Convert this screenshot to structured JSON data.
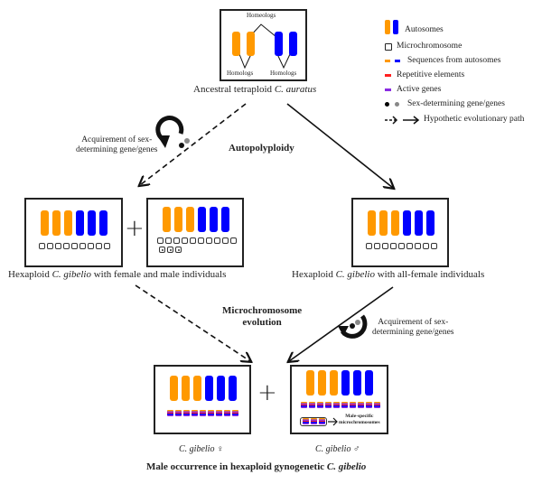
{
  "top": {
    "homeologs_label": "Homeologs",
    "homologs_left_label": "Homologs",
    "homologs_right_label": "Homologs",
    "caption_prefix": "Ancestral tetraploid ",
    "caption_species": "C. auratus"
  },
  "legend": {
    "items": [
      {
        "icon": "autosome-pair-icon",
        "label": "Autosomes"
      },
      {
        "icon": "microchromosome-icon",
        "label": "Microchromosome"
      },
      {
        "icon": "autosome-sequences-icon",
        "label": "Sequences from autosomes"
      },
      {
        "icon": "repetitive-elements-icon",
        "label": "Repetitive elements"
      },
      {
        "icon": "active-genes-icon",
        "label": "Active genes"
      },
      {
        "icon": "sex-determining-dots-icon",
        "label": "Sex-determining gene/genes"
      },
      {
        "icon": "path-arrows-icon",
        "label": "Hypothetic evolutionary path"
      }
    ],
    "colors": {
      "orange": "#ff9900",
      "blue": "#0000ff",
      "red": "#ff2020",
      "purple": "#8a2be2",
      "black": "#000000",
      "gray": "#888888"
    }
  },
  "upper_left_annotation": {
    "line1": "Acquirement of sex-",
    "line2": "determining gene/genes"
  },
  "autopolyploidy_label": "Autopolyploidy",
  "middle_left": {
    "caption_prefix": "Hexaploid ",
    "caption_species": "C. gibelio",
    "caption_suffix": " with female and male individuals",
    "plus": "+"
  },
  "middle_right": {
    "caption_prefix": "Hexaploid ",
    "caption_species": "C. gibelio",
    "caption_suffix": " with all-female individuals"
  },
  "microchromosome_evolution_label": {
    "line1": "Microchromosome",
    "line2": "evolution"
  },
  "lower_right_annotation": {
    "line1": "Acquirement of sex-",
    "line2": "determining gene/genes"
  },
  "bottom": {
    "female_caption": "C. gibelio ♀",
    "male_caption": "C. gibelio ♂",
    "plus": "+",
    "male_specific_line1": "Male-specific",
    "male_specific_line2": "microchromosomes",
    "title_prefix": "Male occurrence in hexaploid gynogenetic ",
    "title_species": "C. gibelio"
  }
}
